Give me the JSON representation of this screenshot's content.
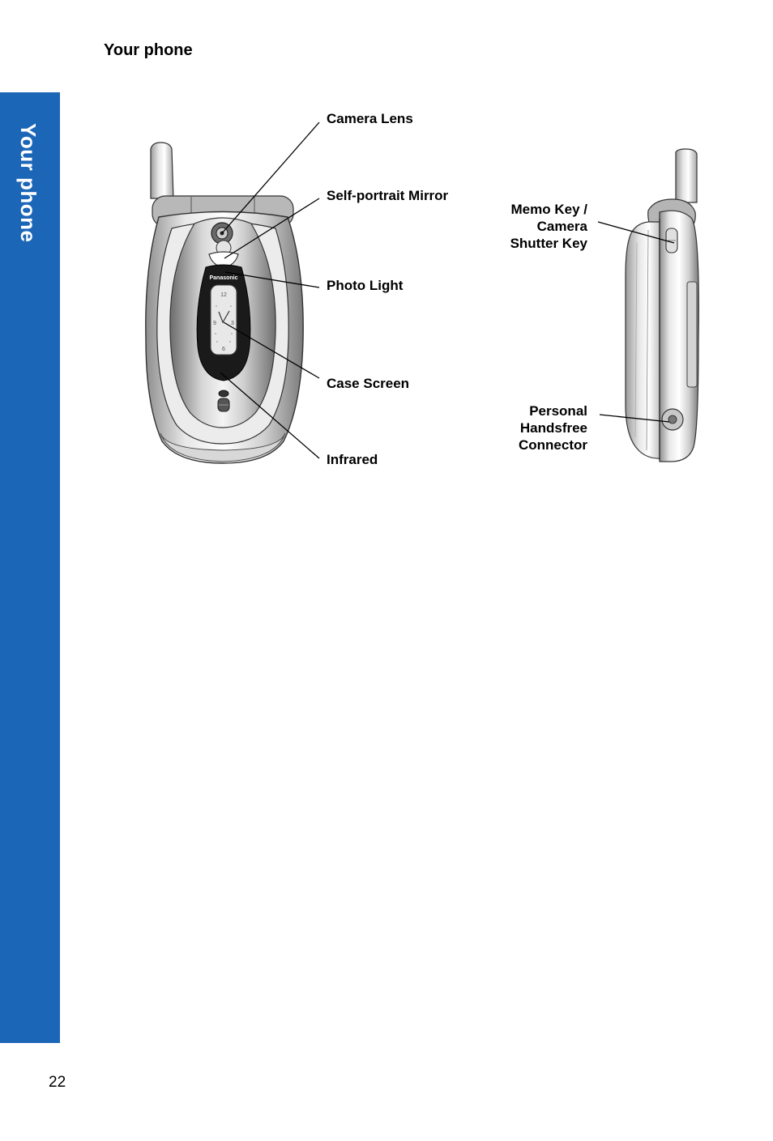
{
  "page": {
    "heading": "Your phone",
    "side_tab": "Your phone",
    "page_number": "22"
  },
  "phone": {
    "brand": "Panasonic",
    "clock": {
      "n12": "12",
      "n3": "3",
      "n6": "6",
      "n9": "9"
    }
  },
  "front_labels": {
    "camera_lens": "Camera Lens",
    "self_portrait_mirror": "Self-portrait Mirror",
    "photo_light": "Photo Light",
    "case_screen": "Case Screen",
    "infrared": "Infrared"
  },
  "side_labels": {
    "memo_key": [
      "Memo Key /",
      "Camera",
      "Shutter Key"
    ],
    "handsfree": [
      "Personal",
      "Handsfree",
      "Connector"
    ]
  },
  "colors": {
    "tab_blue": "#1c66b7"
  }
}
